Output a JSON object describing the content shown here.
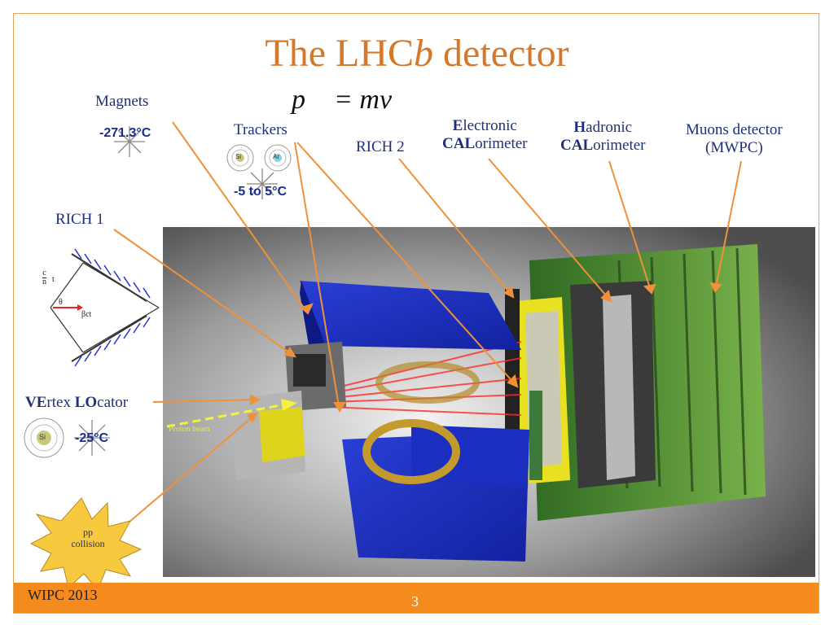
{
  "slide": {
    "title_prefix": "The LHC",
    "title_italic": "b",
    "title_suffix": " detector",
    "formula": "p⃗ = mv⃗"
  },
  "labels": {
    "magnets": "Magnets",
    "trackers": "Trackers",
    "rich2": "RICH 2",
    "rich1": "RICH 1",
    "ecal_bold1": "E",
    "ecal_rest1": "lectronic",
    "ecal_bold2": "CAL",
    "ecal_rest2": "orimeter",
    "hcal_bold1": "H",
    "hcal_rest1": "adronic",
    "hcal_bold2": "CAL",
    "hcal_rest2": "orimeter",
    "muons_line1": "Muons detector",
    "muons_line2": "(MWPC)",
    "velo_bold1": "VE",
    "velo_rest1": "rtex ",
    "velo_bold2": "LO",
    "velo_rest2": "cator",
    "proton_beam": "Proton beam",
    "pp_line1": "pp",
    "pp_line2": "collision"
  },
  "temperatures": {
    "magnets": "-271.3°C",
    "trackers": "-5 to 5°C",
    "velo": "-25°C"
  },
  "atoms": {
    "si": "Si",
    "ar": "Ar"
  },
  "cherenkov": {
    "c_over_n": "c",
    "n": "n",
    "t": "t",
    "theta": "θ",
    "beta_ct": "βct"
  },
  "footer": {
    "left": "WIPC 2013",
    "page": "3"
  },
  "colors": {
    "accent": "#d4782b",
    "footer": "#f58a1f",
    "label": "#1f2f7a",
    "arrow": "#f0913a"
  }
}
